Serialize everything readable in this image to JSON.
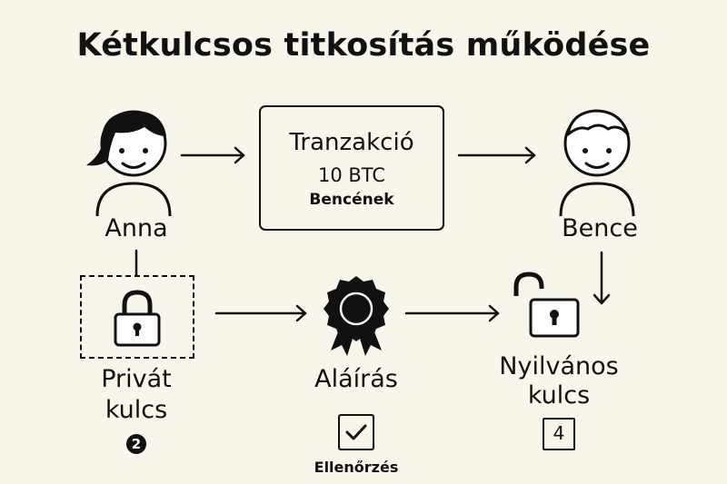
{
  "title": "Kétkulcsos titkosítás működése",
  "sender": {
    "name": "Anna",
    "icon": "woman-avatar-icon"
  },
  "receiver": {
    "name": "Bence",
    "icon": "man-avatar-icon"
  },
  "transaction": {
    "title": "Tranzakció",
    "amount": "10 BTC",
    "recipient": "Bencének"
  },
  "private_key": {
    "label_line1": "Privát",
    "label_line2": "kulcs",
    "step": "2",
    "icon": "lock-closed-icon"
  },
  "signature": {
    "label": "Aláírás",
    "icon": "seal-badge-icon"
  },
  "verification": {
    "label": "Ellenőrzés",
    "icon": "checkbox-checked-icon"
  },
  "public_key": {
    "label_line1": "Nyilvános",
    "label_line2": "kulcs",
    "step": "4",
    "icon": "lock-open-icon"
  },
  "colors": {
    "background": "#f8f5ea",
    "ink": "#111111"
  }
}
